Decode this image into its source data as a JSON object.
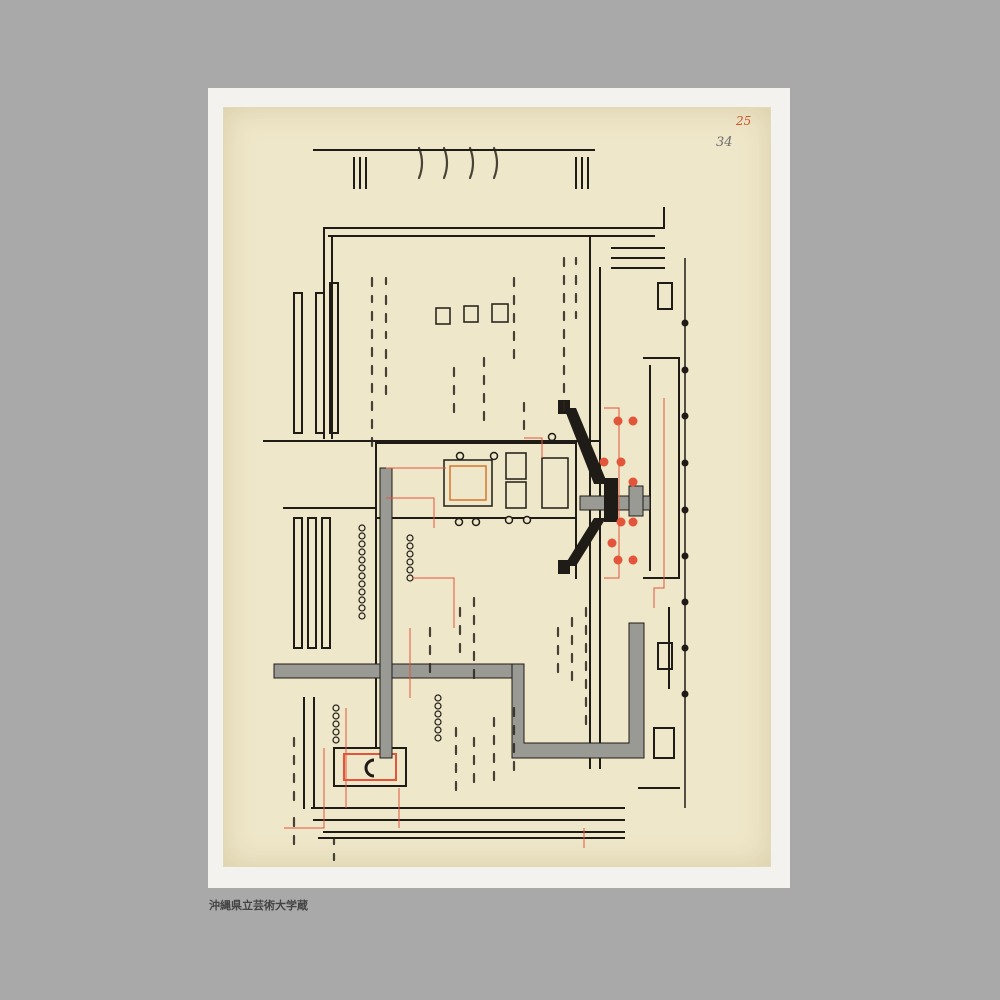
{
  "image": {
    "caption": "沖縄県立芸術大学蔵"
  },
  "document": {
    "sheet_number_red": "25",
    "sheet_number_pencil": "34"
  },
  "colors": {
    "page_background": "#a9a9a9",
    "scan_background": "#f3f2ee",
    "paper": "#efe7c9",
    "ink": "#1f1b16",
    "red_ink": "#e2553a",
    "grey_wash": "#9a9a95"
  }
}
